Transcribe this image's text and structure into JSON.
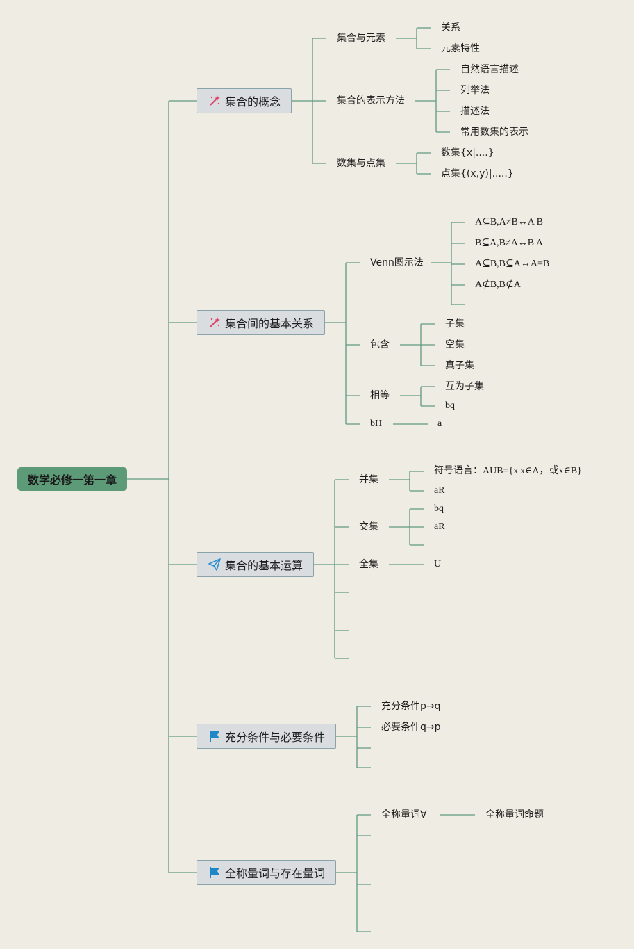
{
  "root": {
    "label": "数学必修一第一章"
  },
  "topics": [
    {
      "label": "集合的概念",
      "icon": "magic-wand-icon",
      "children": [
        {
          "label": "集合与元素",
          "children": [
            "关系",
            "元素特性"
          ]
        },
        {
          "label": "集合的表示方法",
          "children": [
            "自然语言描述",
            "列举法",
            "描述法",
            "常用数集的表示"
          ]
        },
        {
          "label": "数集与点集",
          "children": [
            "数集{x|....}",
            "点集{(x,y)|.....}"
          ]
        }
      ]
    },
    {
      "label": "集合间的基本关系",
      "icon": "magic-wand-icon",
      "children": [
        {
          "label": "Venn图示法",
          "children": [
            "A⊆B,A≠B↔A   B",
            "B⊆A,B≠A↔B   A",
            "A⊆B,B⊆A↔A=B",
            "A⊄B,B⊄A"
          ]
        },
        {
          "label": "包含",
          "children": [
            "子集",
            "空集",
            "真子集"
          ]
        },
        {
          "label": "相等",
          "children": [
            "互为子集",
            "bq"
          ]
        },
        {
          "label": "bH",
          "children": [
            "a"
          ]
        }
      ]
    },
    {
      "label": "集合的基本运算",
      "icon": "paper-plane-icon",
      "children": [
        {
          "label": "并集",
          "children": [
            "符号语言：AUB={x|x∈A，或x∈B}",
            "aR"
          ]
        },
        {
          "label": "交集",
          "children": [
            "bq",
            "aR"
          ]
        },
        {
          "label": "全集",
          "children": [
            "U"
          ]
        }
      ]
    },
    {
      "label": "充分条件与必要条件",
      "icon": "flag-icon",
      "children": [
        {
          "label": "充分条件p→q"
        },
        {
          "label": "必要条件q→p"
        }
      ]
    },
    {
      "label": "全称量词与存在量词",
      "icon": "flag-icon",
      "children": [
        {
          "label": "全称量词∀",
          "children": [
            "全称量词命题"
          ]
        }
      ]
    }
  ]
}
